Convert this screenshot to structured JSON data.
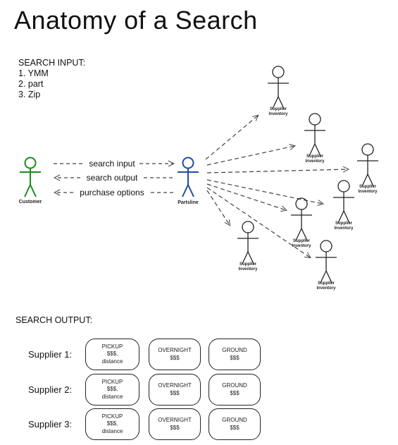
{
  "title": "Anatomy of a Search",
  "search_input": {
    "heading": "SEARCH INPUT:",
    "items": [
      "1. YMM",
      "2. part",
      "3. Zip"
    ]
  },
  "actors": {
    "customer": {
      "label": "Customer",
      "color": "#1e8a1e"
    },
    "partsline": {
      "label": "Partsline",
      "color": "#1f4f9e"
    },
    "supplier": {
      "label_line1": "Supplier",
      "label_line2": "Inventory",
      "color": "#222222"
    }
  },
  "flows": {
    "search_input": "search input",
    "search_output": "search output",
    "purchase_options": "purchase options"
  },
  "search_output": {
    "heading": "SEARCH OUTPUT:",
    "rows": [
      {
        "label": "Supplier 1:",
        "pickup": [
          "PICKUP",
          "$$$,",
          "distance"
        ],
        "overnight": [
          "OVERNIGHT",
          "$$$"
        ],
        "ground": [
          "GROUND",
          "$$$"
        ]
      },
      {
        "label": "Supplier 2:",
        "pickup": [
          "PICKUP",
          "$$$,",
          "distance"
        ],
        "overnight": [
          "OVERNIGHT",
          "$$$"
        ],
        "ground": [
          "GROUND",
          "$$$"
        ]
      },
      {
        "label": "Supplier 3:",
        "pickup": [
          "PICKUP",
          "$$$,",
          "distance"
        ],
        "overnight": [
          "OVERNIGHT",
          "$$$"
        ],
        "ground": [
          "GROUND",
          "$$$"
        ]
      }
    ]
  }
}
